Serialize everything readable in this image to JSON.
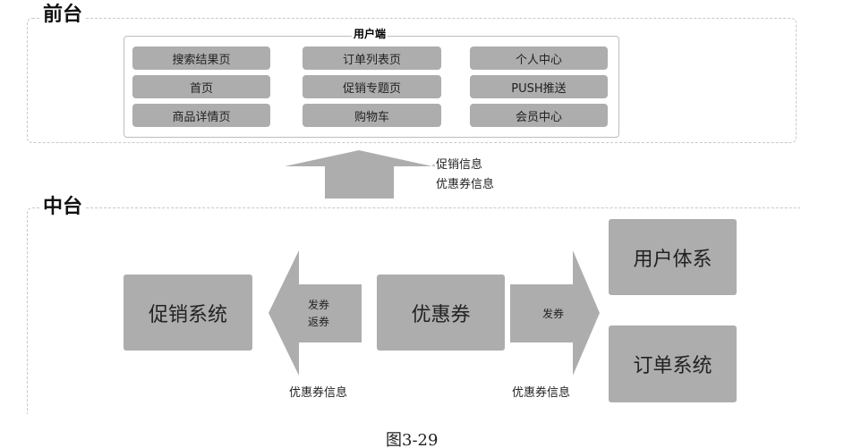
{
  "front": {
    "label": "前台",
    "client": {
      "title": "用户端",
      "pages": [
        [
          "搜索结果页",
          "订单列表页",
          "个人中心"
        ],
        [
          "首页",
          "促销专题页",
          "PUSH推送"
        ],
        [
          "商品详情页",
          "购物车",
          "会员中心"
        ]
      ]
    }
  },
  "up_arrow_labels": [
    "促销信息",
    "优惠券信息"
  ],
  "middle": {
    "label": "中台",
    "promotion_system": "促销系统",
    "coupon": "优惠券",
    "user_system": "用户体系",
    "order_system": "订单系统",
    "left_arrow_text": [
      "发券",
      "返券"
    ],
    "left_arrow_caption": "优惠券信息",
    "right_arrow_text": "发券",
    "right_arrow_caption": "优惠券信息"
  },
  "caption": "图3-29",
  "colors": {
    "box": "#adadad",
    "dash": "#c8c8c8"
  }
}
